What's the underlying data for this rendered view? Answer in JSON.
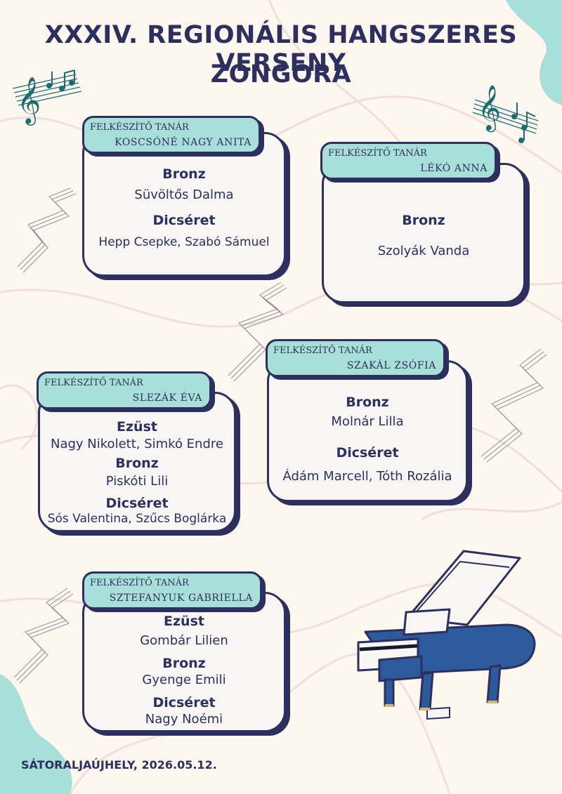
{
  "header": {
    "title_line1": "XXXIV. REGIONÁLIS HANGSZERES VERSENY",
    "title_line2": "ZONGORA"
  },
  "teacher_label": "FELKÉSZÍTŐ TANÁR",
  "cards": [
    {
      "teacher": "KOSCSÓNÉ NAGY ANITA",
      "lines": [
        "Bronz",
        "Süvöltős Dalma",
        "Dicséret",
        "Hepp Csepke, Szabó Sámuel"
      ]
    },
    {
      "teacher": "LÉKÓ ANNA",
      "lines": [
        "Bronz",
        "Szolyák Vanda"
      ]
    },
    {
      "teacher": "SZAKÁL ZSÓFIA",
      "lines": [
        "Bronz",
        "Molnár Lilla",
        "Dicséret",
        "Ádám Marcell, Tóth Rozália"
      ]
    },
    {
      "teacher": "SLEZÁK ÉVA",
      "lines": [
        "Ezüst",
        "Nagy Nikolett, Simkó Endre",
        "Bronz",
        "Piskóti Lili",
        "Dicséret",
        "Sós Valentina, Szűcs Boglárka"
      ]
    },
    {
      "teacher": "SZTEFANYUK GABRIELLA",
      "lines": [
        "Ezüst",
        "Gombár Lilien",
        "Bronz",
        "Gyenge Emili",
        "Dicséret",
        "Nagy Noémi"
      ]
    }
  ],
  "footer": {
    "place_date": "SÁTORALJAÚJHELY, 2026.05.12."
  },
  "colors": {
    "background": "#fdf7ef",
    "navy": "#2d2f5e",
    "teal": "#a9dfd9",
    "card": "#f7f6f4",
    "swirl": "#f0dcd6"
  },
  "icons": [
    "treble-clef-notes-icon",
    "music-staff-ribbon-icon",
    "grand-piano-icon"
  ]
}
